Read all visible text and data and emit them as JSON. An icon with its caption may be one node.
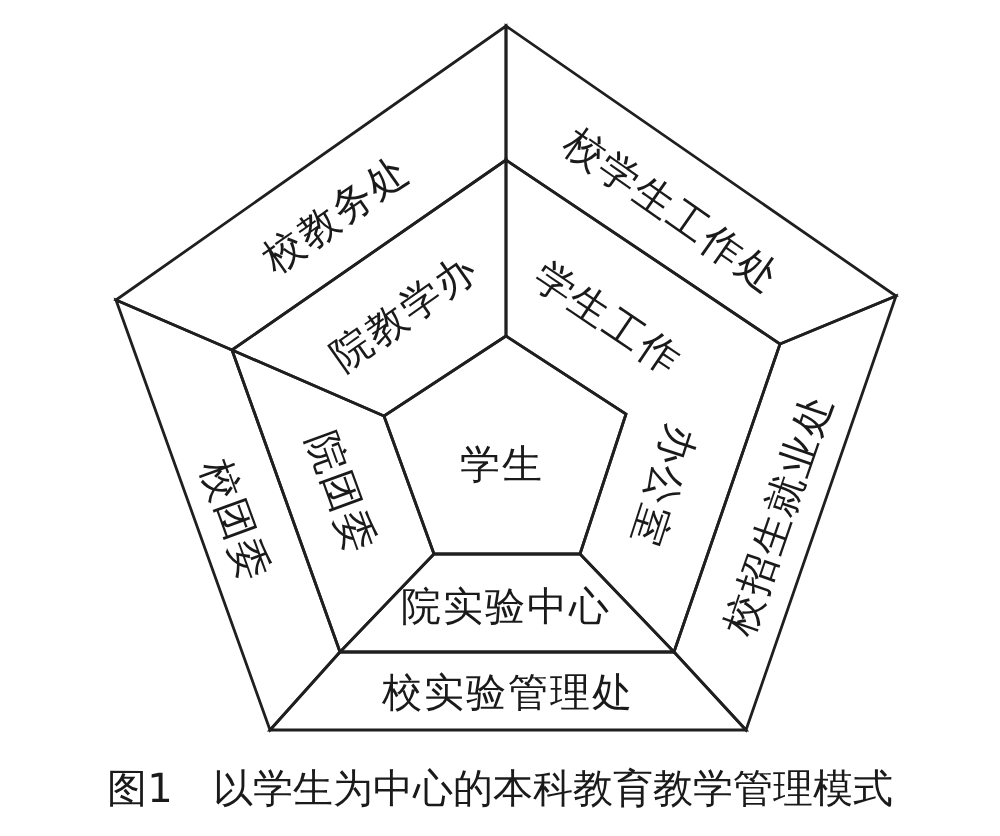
{
  "diagram": {
    "caption": "图1　以学生为中心的本科教育教学管理模式",
    "nodes": [
      {
        "text": [
          "校教务处"
        ]
      },
      {
        "text": [
          "校学生工作处"
        ]
      },
      {
        "text": [
          "校招生就业处"
        ]
      },
      {
        "text": [
          "校实验管理处"
        ]
      },
      {
        "text": [
          "校团委"
        ]
      },
      {
        "text": [
          "院教学办"
        ]
      },
      {
        "text": [
          "学生工作",
          "办公室"
        ]
      },
      {
        "text": [
          "院实验中心"
        ]
      },
      {
        "text": [
          "院团委"
        ]
      },
      {
        "text": [
          "学生"
        ]
      }
    ]
  }
}
